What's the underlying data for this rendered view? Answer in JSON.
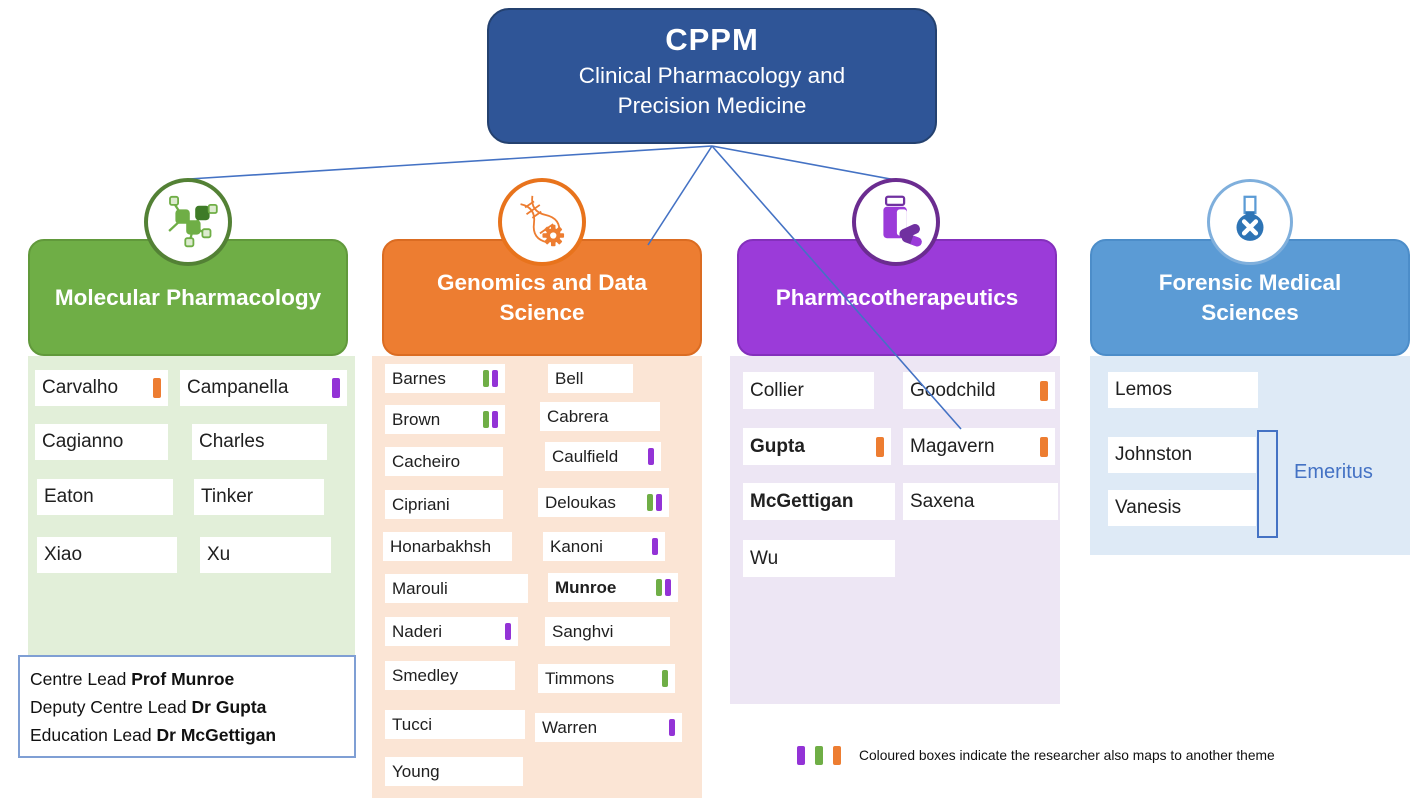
{
  "root": {
    "title": "CPPM",
    "subtitle_lines": [
      "Clinical Pharmacology and",
      "Precision Medicine"
    ]
  },
  "themes": [
    {
      "title": "Molecular Pharmacology",
      "title_lines": [
        "Molecular Pharmacology"
      ],
      "icon": "molecule-icon",
      "color": "#6FAE46",
      "columns": [
        {
          "members": [
            {
              "name": "Carvalho",
              "markers": [
                "orange"
              ]
            },
            {
              "name": "Cagianno",
              "markers": []
            },
            {
              "name": "Eaton",
              "markers": []
            },
            {
              "name": "Xiao",
              "markers": []
            }
          ]
        },
        {
          "members": [
            {
              "name": "Campanella",
              "markers": [
                "purple"
              ]
            },
            {
              "name": "Charles",
              "markers": []
            },
            {
              "name": "Tinker",
              "markers": []
            },
            {
              "name": "Xu",
              "markers": []
            }
          ]
        }
      ]
    },
    {
      "title": "Genomics and Data Science",
      "title_lines": [
        "Genomics and Data",
        "Science"
      ],
      "icon": "dna-gear-icon",
      "color": "#ED7D31",
      "columns": [
        {
          "members": [
            {
              "name": "Barnes",
              "markers": [
                "green",
                "purple"
              ]
            },
            {
              "name": "Brown",
              "markers": [
                "green",
                "purple"
              ]
            },
            {
              "name": "Cacheiro",
              "markers": []
            },
            {
              "name": "Cipriani",
              "markers": []
            },
            {
              "name": "Honarbakhsh",
              "markers": []
            },
            {
              "name": "Marouli",
              "markers": []
            },
            {
              "name": "Naderi",
              "markers": [
                "purple"
              ]
            },
            {
              "name": "Smedley",
              "markers": []
            },
            {
              "name": "Tucci",
              "markers": []
            },
            {
              "name": "Young",
              "markers": []
            }
          ]
        },
        {
          "members": [
            {
              "name": "Bell",
              "markers": []
            },
            {
              "name": "Cabrera",
              "markers": []
            },
            {
              "name": "Caulfield",
              "markers": [
                "purple"
              ]
            },
            {
              "name": "Deloukas",
              "markers": [
                "green",
                "purple"
              ]
            },
            {
              "name": "Kanoni",
              "markers": [
                "purple"
              ]
            },
            {
              "name": "Munroe",
              "bold": true,
              "markers": [
                "green",
                "purple"
              ]
            },
            {
              "name": "Sanghvi",
              "markers": []
            },
            {
              "name": "Timmons",
              "markers": [
                "green"
              ]
            },
            {
              "name": "Warren",
              "markers": [
                "purple"
              ]
            }
          ]
        }
      ]
    },
    {
      "title": "Pharmacotherapeutics",
      "title_lines": [
        "Pharmacotherapeutics"
      ],
      "icon": "pill-bottle-icon",
      "color": "#9B3BD9",
      "columns": [
        {
          "members": [
            {
              "name": "Collier",
              "markers": []
            },
            {
              "name": "Gupta",
              "bold": true,
              "markers": [
                "orange"
              ]
            },
            {
              "name": "McGettigan",
              "bold": true,
              "markers": []
            },
            {
              "name": "Wu",
              "markers": []
            }
          ]
        },
        {
          "members": [
            {
              "name": "Goodchild",
              "markers": [
                "orange"
              ]
            },
            {
              "name": "Magavern",
              "markers": [
                "orange"
              ]
            },
            {
              "name": "Saxena",
              "markers": []
            }
          ]
        }
      ]
    },
    {
      "title": "Forensic Medical Sciences",
      "title_lines": [
        "Forensic Medical",
        "Sciences"
      ],
      "icon": "flask-cross-icon",
      "color": "#5B9BD5",
      "columns": [
        {
          "members": [
            {
              "name": "Lemos",
              "markers": []
            },
            {
              "name": "Johnston",
              "markers": []
            },
            {
              "name": "Vanesis",
              "markers": []
            }
          ]
        }
      ]
    }
  ],
  "leadership": {
    "lines": [
      {
        "role": "Centre Lead",
        "name": "Prof Munroe"
      },
      {
        "role": "Deputy Centre Lead",
        "name": "Dr Gupta"
      },
      {
        "role": "Education Lead",
        "name": "Dr McGettigan"
      }
    ]
  },
  "emeritus_label": "Emeritus",
  "legend": {
    "markers": [
      "purple",
      "green",
      "orange"
    ],
    "text": "Coloured boxes indicate the researcher also maps to another theme"
  },
  "colors": {
    "root_blue": "#2F5597",
    "theme_green": "#6FAE46",
    "theme_orange": "#ED7D31",
    "theme_purple": "#9B3BD9",
    "theme_blue": "#5B9BD5",
    "marker_purple": "#9333D6",
    "marker_green": "#6FAE46",
    "marker_orange": "#ED7D31",
    "connector_blue": "#4472C4",
    "panel_green": "#E2EFD9",
    "panel_orange": "#FBE5D5",
    "panel_purple": "#EDE6F4",
    "panel_blue": "#DEEAF6"
  }
}
